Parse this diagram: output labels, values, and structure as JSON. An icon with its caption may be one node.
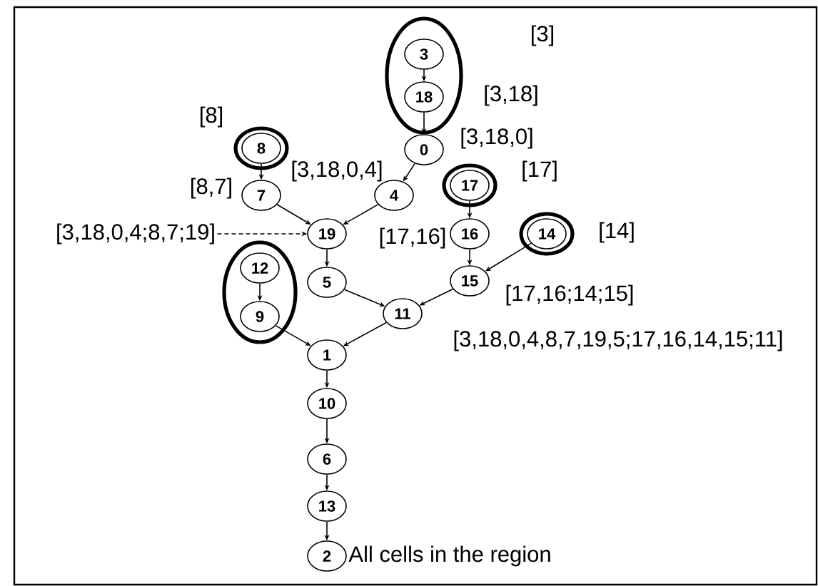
{
  "diagram": {
    "nodes": [
      {
        "text": [],
        "shape": "ellipse"
      },
      {
        "text": [
          "3"
        ],
        "in": 0
      },
      {
        "text": [
          "18"
        ],
        "in": 0,
        "beside": [
          "[3,18]"
        ]
      },
      {
        "text": [
          "0"
        ],
        "beside": [
          "[3,18,0]"
        ]
      },
      {
        "text": [
          "8"
        ],
        "beside": [
          "[8]"
        ]
      },
      {
        "text": [
          "7"
        ],
        "beside": [
          "[8,7]"
        ]
      },
      {
        "text": [
          "4"
        ],
        "beside": [
          "[3,18,0,4]"
        ]
      },
      {
        "text": [
          "17"
        ],
        "beside": [
          "[17]"
        ]
      },
      {
        "text": [
          "[3,18,0,4;8,7;19]"
        ]
      },
      {
        "text": [
          "19"
        ]
      },
      {
        "text": [
          "16"
        ],
        "beside": [
          "[17,16]"
        ]
      },
      {
        "text": [
          "14"
        ],
        "beside": [
          "[14]"
        ]
      },
      {
        "text": [],
        "shape": "ellipse"
      },
      {
        "text": [
          "12"
        ],
        "in": 12
      },
      {
        "text": [
          "15"
        ],
        "beside": [
          "[17,16;14;15]"
        ]
      },
      {
        "text": [
          "5"
        ]
      },
      {
        "text": [
          "9"
        ],
        "in": 12
      },
      {
        "text": [
          "11"
        ]
      },
      {
        "text": [
          "1"
        ]
      },
      {
        "text": [
          "10"
        ]
      },
      {
        "text": [
          "6"
        ]
      },
      {
        "text": [
          "13"
        ]
      },
      {
        "text": [
          "2"
        ],
        "beside": [
          "All cells in the region"
        ]
      }
    ],
    "edges": [
      {
        "from": 1,
        "to": 2,
        "arrow": "to"
      },
      {
        "from": 2,
        "to": 3,
        "arrow": "to"
      },
      {
        "from": 3,
        "to": 6,
        "arrow": "to"
      },
      {
        "from": 4,
        "to": 5,
        "arrow": "to"
      },
      {
        "from": 5,
        "to": 9,
        "arrow": "to"
      },
      {
        "from": 6,
        "to": 9,
        "arrow": "to"
      },
      {
        "from": 8,
        "to": 9,
        "arrow": "to",
        "style": "dashed"
      },
      {
        "from": 9,
        "to": 15,
        "arrow": "to"
      },
      {
        "from": 7,
        "to": 10,
        "arrow": "to"
      },
      {
        "from": 10,
        "to": 14,
        "arrow": "to"
      },
      {
        "from": 11,
        "to": 14,
        "arrow": "to"
      },
      {
        "from": 15,
        "to": 17,
        "arrow": "to"
      },
      {
        "from": 14,
        "to": 17,
        "arrow": "to"
      },
      {
        "from": 13,
        "to": 16,
        "arrow": "to"
      },
      {
        "from": 16,
        "to": 18,
        "arrow": "to"
      },
      {
        "from": 17,
        "to": 18,
        "arrow": "to"
      },
      {
        "from": 18,
        "to": 19,
        "arrow": "to"
      },
      {
        "from": 19,
        "to": 20,
        "arrow": "to"
      },
      {
        "from": 20,
        "to": 21,
        "arrow": "to"
      },
      {
        "from": 21,
        "to": 22,
        "arrow": "to"
      }
    ],
    "labels": [
      "[3]",
      "[3,18,0,4,8,7,19,5;17,16,14,15;11]"
    ]
  }
}
